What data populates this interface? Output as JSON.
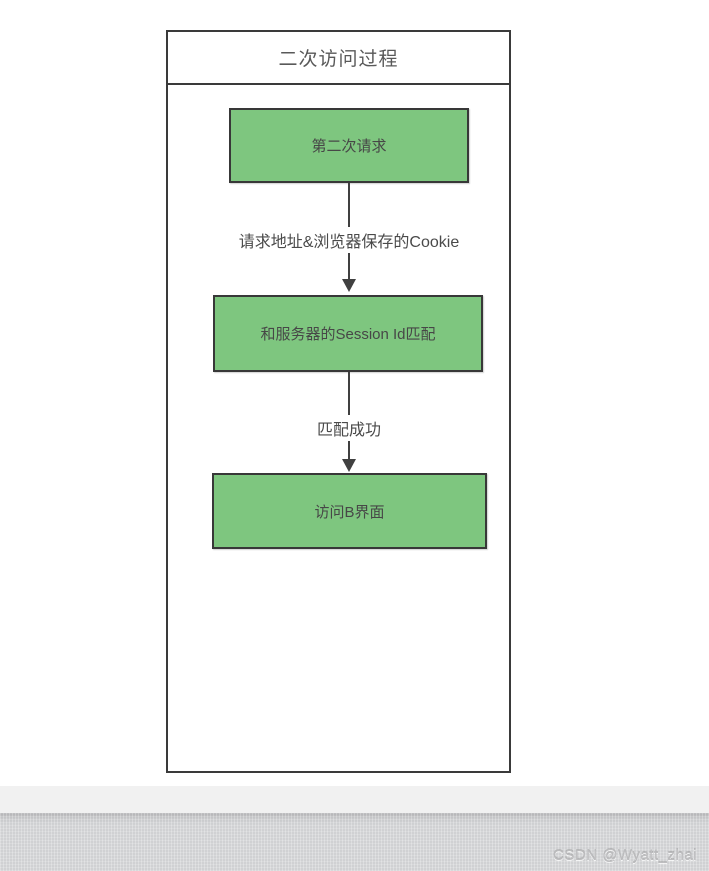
{
  "diagram": {
    "title": "二次访问过程",
    "nodes": [
      {
        "id": "step-1",
        "label": "第二次请求"
      },
      {
        "id": "step-2",
        "label": "和服务器的Session Id匹配"
      },
      {
        "id": "step-3",
        "label": "访问B界面"
      }
    ],
    "edges": [
      {
        "from": "step-1",
        "to": "step-2",
        "label": "请求地址&浏览器保存的Cookie"
      },
      {
        "from": "step-2",
        "to": "step-3",
        "label": "匹配成功"
      }
    ],
    "colors": {
      "node_fill": "#7ec67f",
      "node_border": "#383838",
      "container_border": "#3a3a3a",
      "arrow": "#404040",
      "text": "#4a4a4a",
      "title_text": "#595959"
    }
  },
  "footer": {
    "watermark": "CSDN @Wyatt_zhai"
  }
}
